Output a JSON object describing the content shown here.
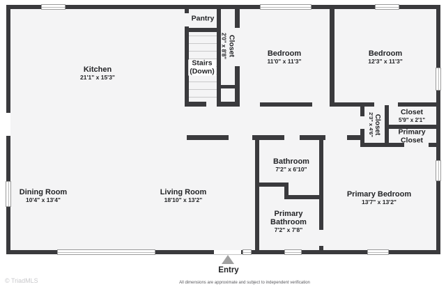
{
  "rooms": {
    "kitchen": {
      "name": "Kitchen",
      "dims": "21'1\" x 15'3\""
    },
    "pantry": {
      "name": "Pantry"
    },
    "stairs": {
      "name_line1": "Stairs",
      "name_line2": "(Down)"
    },
    "closet_hall": {
      "name": "Closet",
      "dims": "2'0\" x 8'8\""
    },
    "bedroom1": {
      "name": "Bedroom",
      "dims": "11'0\" x 11'3\""
    },
    "bedroom2": {
      "name": "Bedroom",
      "dims": "12'3\" x 11'3\""
    },
    "closet_bedroom2": {
      "name": "Closet",
      "dims": "5'9\" x 2'1\""
    },
    "primary_closet": {
      "name_line1": "Primary",
      "name_line2": "Closet"
    },
    "closet_linen": {
      "name": "Closet",
      "dims": "2'3\" x 4'6\""
    },
    "bathroom": {
      "name": "Bathroom",
      "dims": "7'2\" x 6'10\""
    },
    "primary_bedroom": {
      "name": "Primary Bedroom",
      "dims": "13'7\" x 13'2\""
    },
    "primary_bathroom": {
      "name_line1": "Primary",
      "name_line2": "Bathroom",
      "dims": "7'2\" x 7'8\""
    },
    "living_room": {
      "name": "Living Room",
      "dims": "18'10\" x 13'2\""
    },
    "dining_room": {
      "name": "Dining Room",
      "dims": "10'4\" x 13'4\""
    }
  },
  "entry": {
    "label": "Entry"
  },
  "watermark": "© TriadMLS",
  "disclaimer": "All dimensions are approximate and subject to independent verification",
  "colors": {
    "wall": "#3a3a3d",
    "floor": "#f4f4f5",
    "window_border": "#9a9a9a",
    "entry_arrow": "#a0a0a0"
  }
}
